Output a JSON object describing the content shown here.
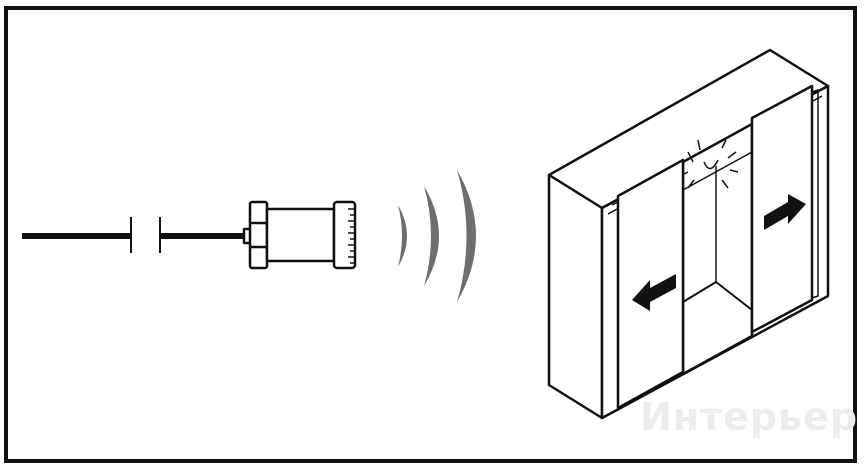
{
  "watermark": "Интерьер",
  "diagram": {
    "description_items": [
      "wire",
      "proximity-sensor",
      "signal-waves",
      "sliding-door-cabinet",
      "lamp",
      "door-left-arrow",
      "door-right-arrow"
    ],
    "colors": {
      "stroke": "#111111",
      "fill": "#ffffff",
      "signal": "#6e6e6e",
      "watermark": "#ececec"
    }
  }
}
